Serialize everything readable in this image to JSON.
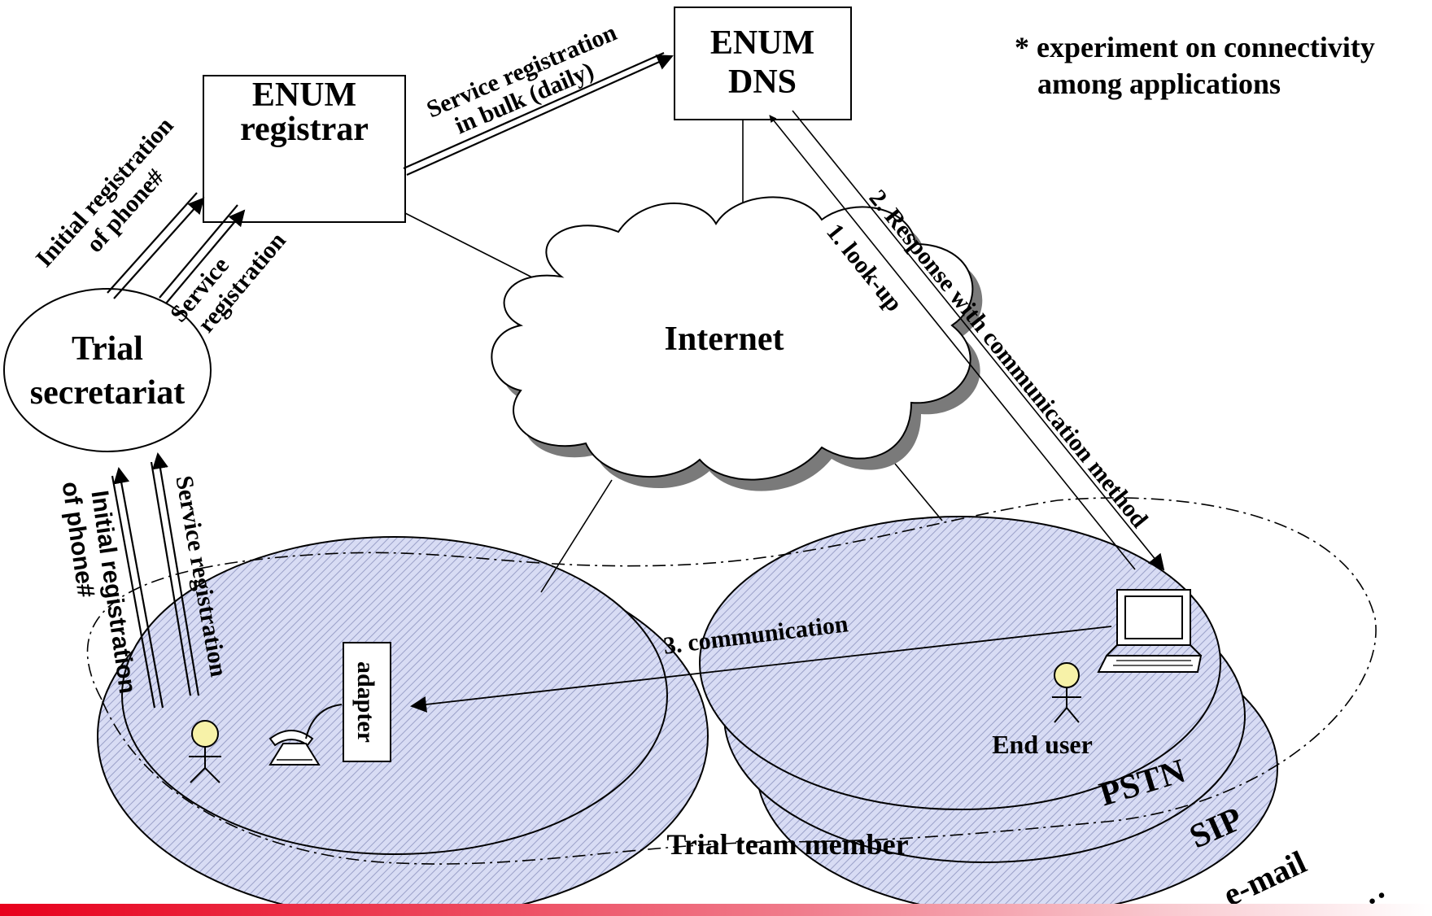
{
  "nodes": {
    "enum_registrar": [
      "ENUM",
      "registrar"
    ],
    "enum_dns": [
      "ENUM",
      "DNS"
    ],
    "trial_secretariat": [
      "Trial",
      "secretariat"
    ],
    "internet": "Internet",
    "adapter": "adapter",
    "end_user": "End user",
    "trial_team_member": "Trial team member"
  },
  "note": [
    "* experiment on connectivity",
    "among applications"
  ],
  "arrows": {
    "initial_registration_top": [
      "Initial registration",
      "of phone#"
    ],
    "service_registration_top": [
      "Service",
      "registration"
    ],
    "bulk_registration": [
      "Service registration",
      "in bulk (daily)"
    ],
    "lookup": "1. look-up",
    "response": "2. Response with communication method",
    "initial_registration_bottom": [
      "Initial registration",
      "of phone#"
    ],
    "service_registration_bottom": "Service registration",
    "communication": "3. communication"
  },
  "networks": {
    "pstn": "PSTN",
    "sip": "SIP",
    "email": "e-mail",
    "more": "…"
  },
  "colors": {
    "ellipse_fill": "#d8dcf4",
    "hatch": "#9aa0c8",
    "cloud_shadow": "#7a7a7a",
    "footer_red": "#e8001c",
    "avatar": "#f7f2a8"
  }
}
